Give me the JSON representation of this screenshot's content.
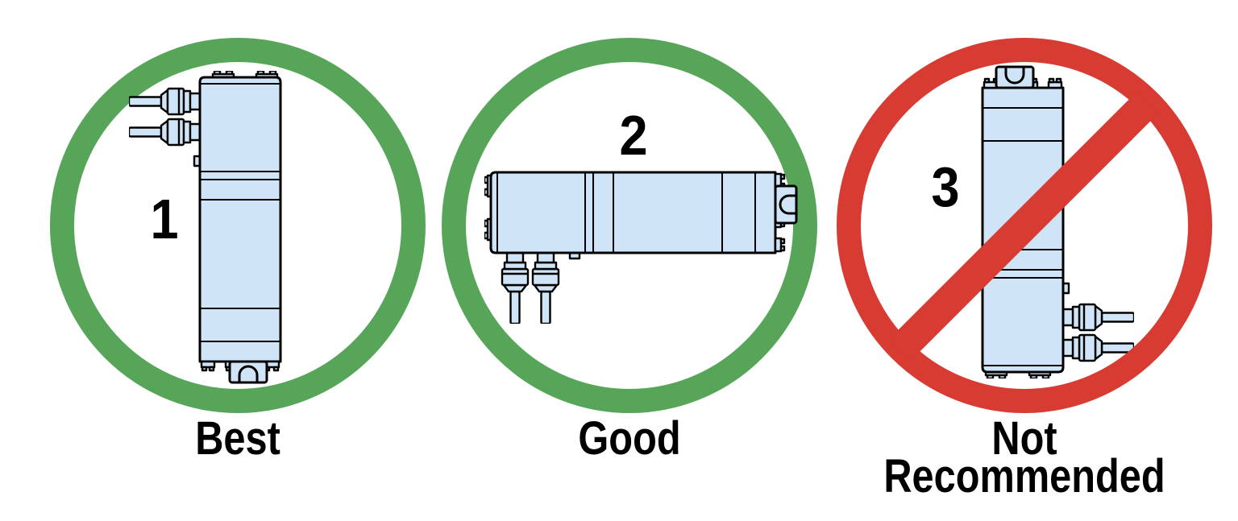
{
  "page": {
    "background": "#ffffff",
    "description_labels": [
      "Best",
      "Good",
      "Not Recommended"
    ]
  },
  "colors": {
    "approve_green": "#56A559",
    "prohibit_red": "#D73B31",
    "device_fill": "#CFE5F7",
    "device_outline": "#000000",
    "text": "#000000"
  },
  "figures": [
    {
      "number": "1",
      "caption": "Best",
      "verdict": "approved",
      "ring": "green-circle",
      "orientation": "vertical, cable connectors near top pointing left"
    },
    {
      "number": "2",
      "caption": "Good",
      "verdict": "approved",
      "ring": "green-circle",
      "orientation": "horizontal, cable connectors near left end pointing down"
    },
    {
      "number": "3",
      "caption": "Not Recommended",
      "caption_lines": [
        "Not",
        "Recommended"
      ],
      "verdict": "not-recommended",
      "ring": "red-circle-with-slash",
      "orientation": "vertical inverted, cable connectors near bottom pointing right"
    }
  ]
}
